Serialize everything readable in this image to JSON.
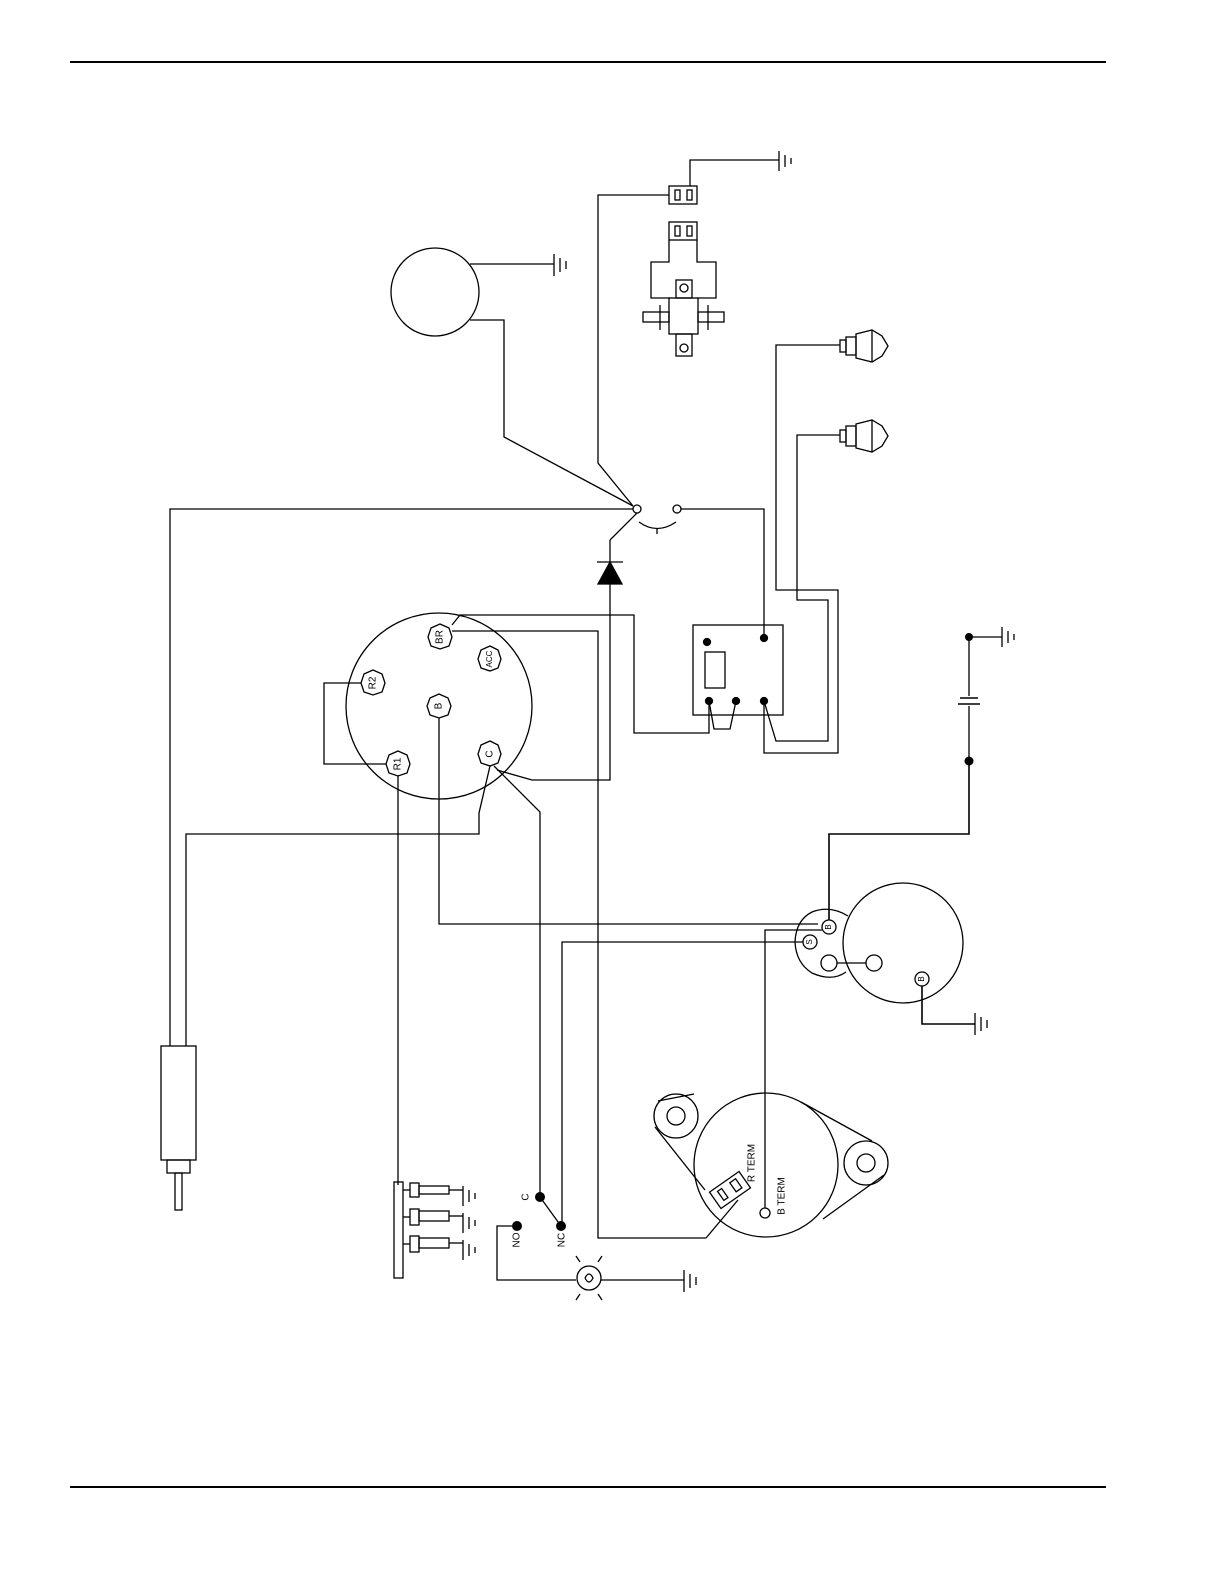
{
  "diagram": {
    "ignition_switch_labels": {
      "br": "BR",
      "acc": "ACC",
      "r2": "R2",
      "b": "B",
      "r1": "R1",
      "c": "C"
    },
    "starter_labels": {
      "b_top": "B",
      "s": "S",
      "b_bottom": "B"
    },
    "alternator_labels": {
      "r_term": "R TERM",
      "b_term": "B TERM"
    },
    "relay_labels": {
      "c": "C",
      "no": "NO",
      "nc": "NC"
    }
  }
}
